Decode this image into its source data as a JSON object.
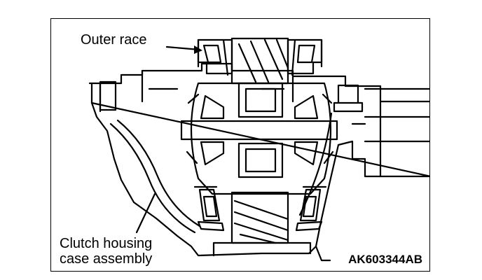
{
  "labels": {
    "outer_race": "Outer race",
    "clutch_housing_line1": "Clutch housing",
    "clutch_housing_line2": "case assembly",
    "figure_code": "AK603344AB"
  },
  "colors": {
    "ink": "#000000",
    "paper": "#ffffff"
  }
}
